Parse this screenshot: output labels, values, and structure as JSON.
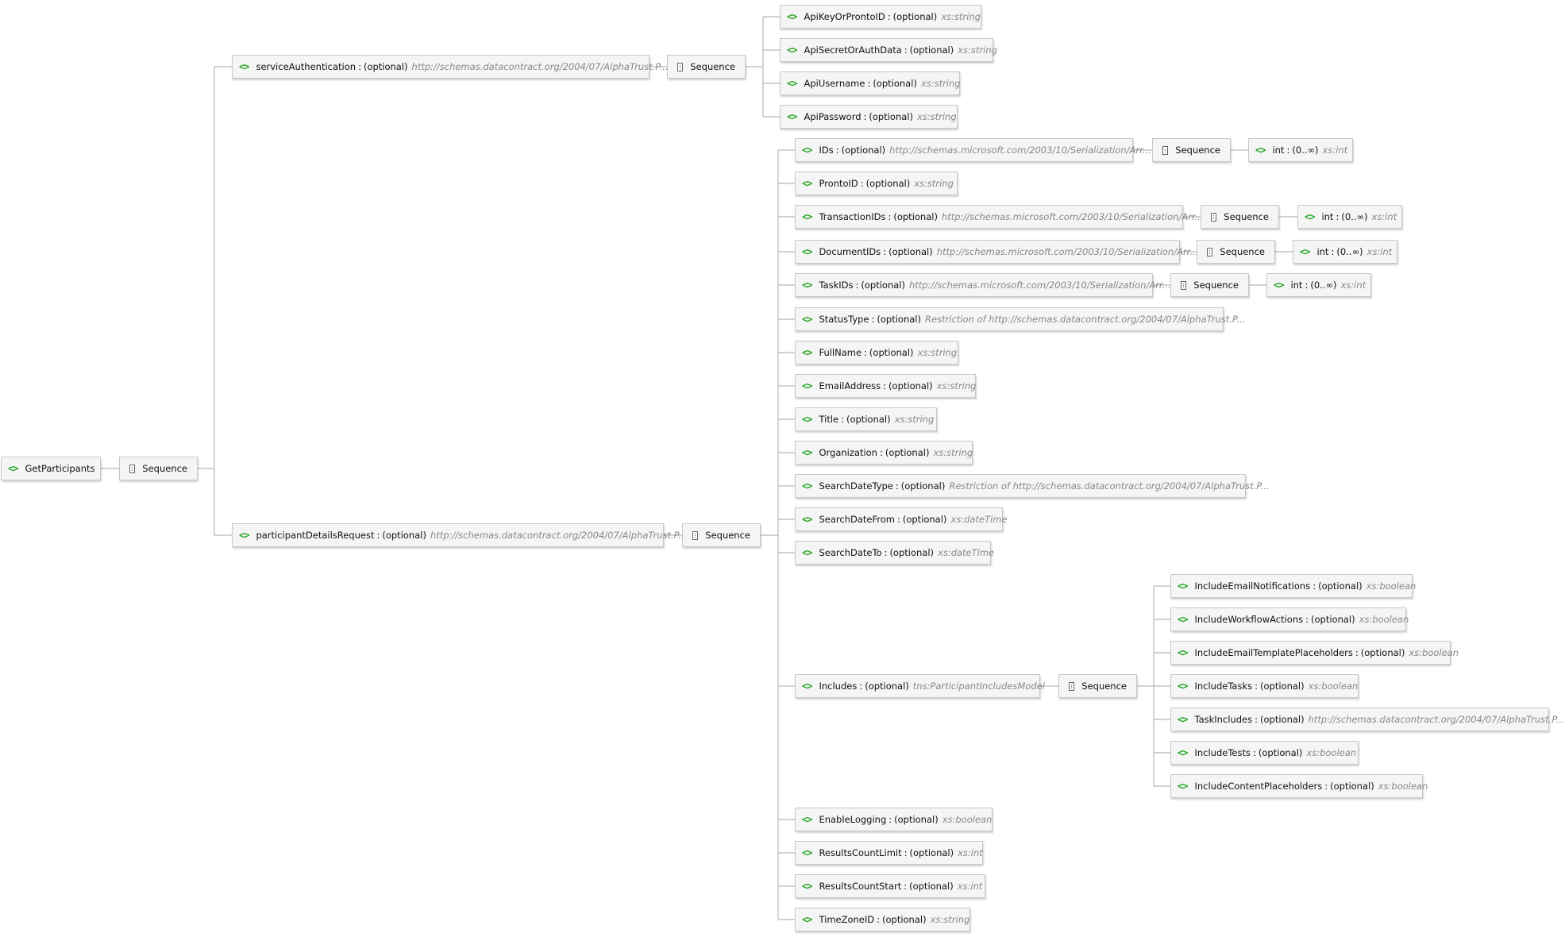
{
  "diagram": {
    "root": "GetParticipants",
    "root_sequence": "Sequence",
    "service_authentication": {
      "label": "serviceAuthentication",
      "sep": ":",
      "optional": "(optional)",
      "type": "http://schemas.datacontract.org/2004/07/AlphaTrust.P...",
      "sequence": "Sequence",
      "children": [
        {
          "name": "ApiKeyOrProntoID",
          "sep": ":",
          "occurs": "(optional)",
          "type": "xs:string"
        },
        {
          "name": "ApiSecretOrAuthData",
          "sep": ":",
          "occurs": "(optional)",
          "type": "xs:string"
        },
        {
          "name": "ApiUsername",
          "sep": ":",
          "occurs": "(optional)",
          "type": "xs:string"
        },
        {
          "name": "ApiPassword",
          "sep": ":",
          "occurs": "(optional)",
          "type": "xs:string"
        }
      ]
    },
    "participant_details_request": {
      "label": "participantDetailsRequest",
      "sep": ":",
      "optional": "(optional)",
      "type": "http://schemas.datacontract.org/2004/07/AlphaTrust.P...",
      "sequence": "Sequence",
      "children": [
        {
          "name": "IDs",
          "sep": ":",
          "occurs": "(optional)",
          "type": "http://schemas.microsoft.com/2003/10/Serialization/Arr...",
          "sequence": "Sequence",
          "item": {
            "name": "int",
            "sep": ":",
            "occurs": "(0..∞)",
            "type": "xs:int"
          }
        },
        {
          "name": "ProntoID",
          "sep": ":",
          "occurs": "(optional)",
          "type": "xs:string"
        },
        {
          "name": "TransactionIDs",
          "sep": ":",
          "occurs": "(optional)",
          "type": "http://schemas.microsoft.com/2003/10/Serialization/Arr...",
          "sequence": "Sequence",
          "item": {
            "name": "int",
            "sep": ":",
            "occurs": "(0..∞)",
            "type": "xs:int"
          }
        },
        {
          "name": "DocumentIDs",
          "sep": ":",
          "occurs": "(optional)",
          "type": "http://schemas.microsoft.com/2003/10/Serialization/Arr...",
          "sequence": "Sequence",
          "item": {
            "name": "int",
            "sep": ":",
            "occurs": "(0..∞)",
            "type": "xs:int"
          }
        },
        {
          "name": "TaskIDs",
          "sep": ":",
          "occurs": "(optional)",
          "type": "http://schemas.microsoft.com/2003/10/Serialization/Arr...",
          "sequence": "Sequence",
          "item": {
            "name": "int",
            "sep": ":",
            "occurs": "(0..∞)",
            "type": "xs:int"
          }
        },
        {
          "name": "StatusType",
          "sep": ":",
          "occurs": "(optional)",
          "type": "Restriction of http://schemas.datacontract.org/2004/07/AlphaTrust.P..."
        },
        {
          "name": "FullName",
          "sep": ":",
          "occurs": "(optional)",
          "type": "xs:string"
        },
        {
          "name": "EmailAddress",
          "sep": ":",
          "occurs": "(optional)",
          "type": "xs:string"
        },
        {
          "name": "Title",
          "sep": ":",
          "occurs": "(optional)",
          "type": "xs:string"
        },
        {
          "name": "Organization",
          "sep": ":",
          "occurs": "(optional)",
          "type": "xs:string"
        },
        {
          "name": "SearchDateType",
          "sep": ":",
          "occurs": "(optional)",
          "type": "Restriction of http://schemas.datacontract.org/2004/07/AlphaTrust.P..."
        },
        {
          "name": "SearchDateFrom",
          "sep": ":",
          "occurs": "(optional)",
          "type": "xs:dateTime"
        },
        {
          "name": "SearchDateTo",
          "sep": ":",
          "occurs": "(optional)",
          "type": "xs:dateTime"
        },
        {
          "name": "Includes",
          "sep": ":",
          "occurs": "(optional)",
          "type": "tns:ParticipantIncludesModel",
          "sequence": "Sequence",
          "children": [
            {
              "name": "IncludeEmailNotifications",
              "sep": ":",
              "occurs": "(optional)",
              "type": "xs:boolean"
            },
            {
              "name": "IncludeWorkflowActions",
              "sep": ":",
              "occurs": "(optional)",
              "type": "xs:boolean"
            },
            {
              "name": "IncludeEmailTemplatePlaceholders",
              "sep": ":",
              "occurs": "(optional)",
              "type": "xs:boolean"
            },
            {
              "name": "IncludeTasks",
              "sep": ":",
              "occurs": "(optional)",
              "type": "xs:boolean"
            },
            {
              "name": "TaskIncludes",
              "sep": ":",
              "occurs": "(optional)",
              "type": "http://schemas.datacontract.org/2004/07/AlphaTrust.P..."
            },
            {
              "name": "IncludeTests",
              "sep": ":",
              "occurs": "(optional)",
              "type": "xs:boolean"
            },
            {
              "name": "IncludeContentPlaceholders",
              "sep": ":",
              "occurs": "(optional)",
              "type": "xs:boolean"
            }
          ]
        },
        {
          "name": "EnableLogging",
          "sep": ":",
          "occurs": "(optional)",
          "type": "xs:boolean"
        },
        {
          "name": "ResultsCountLimit",
          "sep": ":",
          "occurs": "(optional)",
          "type": "xs:int"
        },
        {
          "name": "ResultsCountStart",
          "sep": ":",
          "occurs": "(optional)",
          "type": "xs:int"
        },
        {
          "name": "TimeZoneID",
          "sep": ":",
          "occurs": "(optional)",
          "type": "xs:string"
        }
      ]
    },
    "element_icon": "element-icon",
    "sequence_icon": "sequence-icon",
    "colors": {
      "icon": "#1ea51e",
      "type_text": "#888888",
      "node_bg": "#f5f5f5",
      "node_border": "#c8c8c8",
      "connector": "#b8b8b8"
    }
  }
}
